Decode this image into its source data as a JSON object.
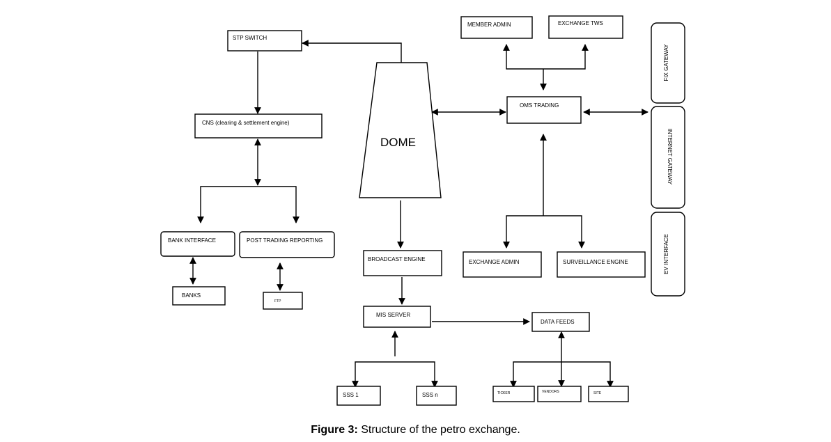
{
  "nodes": {
    "stp_switch": "STP SWITCH",
    "cns": "CNS (clearing & settlement engine)",
    "dome": "DOME",
    "member_admin": "MEMBER ADMIN",
    "exchange_tws": "EXCHANGE TWS",
    "fix_gateway": "FIX GATEWAY",
    "oms_trading": "OMS TRADING",
    "internet_gateway": "INTERNET GATEWAY",
    "bank_interface": "BANK INTERFACE",
    "post_trading": "POST TRADING REPORTING",
    "banks": "BANKS",
    "ftp": "FTP",
    "broadcast_engine": "BROADCAST   ENGINE",
    "exchange_admin": "EXCHANGE ADMIN",
    "surveillance_engine": "SURVEILLANCE ENGINE",
    "ev_interface": "EV    INTERFACE",
    "mis_server": "MIS SERVER",
    "data_feeds": "DATA FEEDS",
    "sss_1": "SSS 1",
    "sss_n": "SSS n",
    "ticker": "TICKER",
    "vendors": "VENDORS",
    "site": "SITE"
  },
  "caption": {
    "label": "Figure 3:",
    "text": " Structure of the petro exchange."
  }
}
